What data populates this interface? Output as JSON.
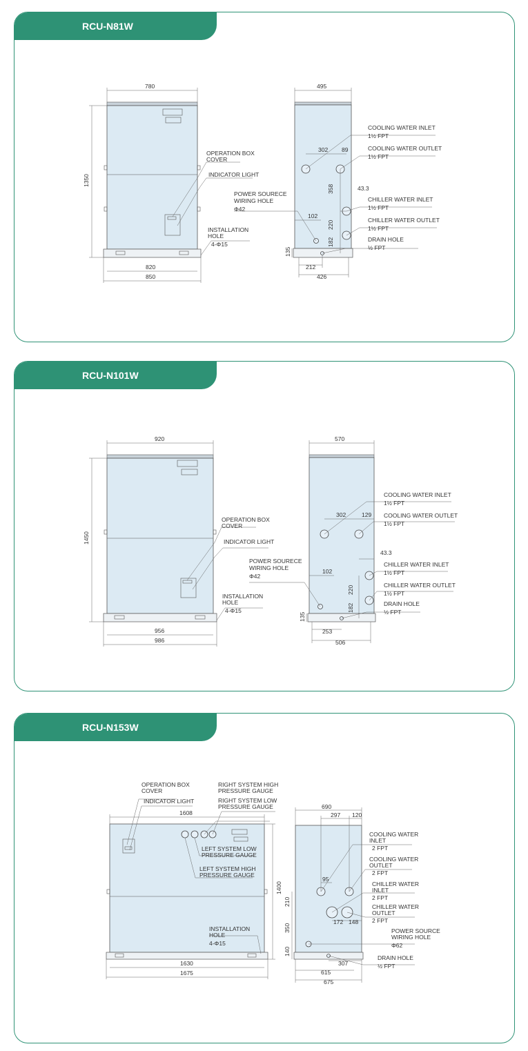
{
  "sections": [
    {
      "model": "RCU-N81W",
      "front": {
        "width": "780",
        "height": "1350",
        "base_inner": "820",
        "base_outer": "850"
      },
      "side": {
        "width": "495",
        "d302": "302",
        "d89": "89",
        "d358": "358",
        "d43": "43.3",
        "d102": "102",
        "d220": "220",
        "d182": "182",
        "d135": "135",
        "d212": "212",
        "d426": "426"
      },
      "labels": {
        "op_box": [
          "OPERATION BOX",
          "COVER"
        ],
        "indicator": "INDICATOR LIGHT",
        "install": [
          "INSTALLATION",
          "HOLE",
          "4-Φ15"
        ],
        "power": [
          "POWER SOURECE",
          "WIRING HOLE",
          "Φ42"
        ],
        "cw_in": [
          "COOLING WATER INLET",
          "1½ FPT"
        ],
        "cw_out": [
          "COOLING WATER OUTLET",
          "1½ FPT"
        ],
        "ch_in": [
          "CHILLER WATER INLET",
          "1½ FPT"
        ],
        "ch_out": [
          "CHILLER WATER OUTLET",
          "1½ FPT"
        ],
        "drain": [
          "DRAIN HOLE",
          "½ FPT"
        ]
      }
    },
    {
      "model": "RCU-N101W",
      "front": {
        "width": "920",
        "height": "1450",
        "base_inner": "956",
        "base_outer": "986"
      },
      "side": {
        "width": "570",
        "d302": "302",
        "d89": "129",
        "d43": "43.3",
        "d102": "102",
        "d220": "220",
        "d182": "182",
        "d135": "135",
        "d212": "253",
        "d426": "506"
      },
      "labels": {
        "op_box": [
          "OPERATION BOX",
          "COVER"
        ],
        "indicator": "INDICATOR LIGHT",
        "install": [
          "INSTALLATION",
          "HOLE",
          "4-Φ15"
        ],
        "power": [
          "POWER SOURECE",
          "WIRING HOLE",
          "Φ42"
        ],
        "cw_in": [
          "COOLING WATER INLET",
          "1½ FPT"
        ],
        "cw_out": [
          "COOLING WATER OUTLET",
          "1½ FPT"
        ],
        "ch_in": [
          "CHILLER WATER INLET",
          "1½ FPT"
        ],
        "ch_out": [
          "CHILLER WATER OUTLET",
          "1½ FPT"
        ],
        "drain": [
          "DRAIN HOLE",
          "½ FPT"
        ]
      }
    },
    {
      "model": "RCU-N153W",
      "front": {
        "width": "1608",
        "height": "1400",
        "base_inner": "1630",
        "base_outer": "1675"
      },
      "side": {
        "width": "690",
        "d297": "297",
        "d120": "120",
        "d95": "95",
        "d210": "210",
        "d350": "350",
        "d140": "140",
        "d172": "172",
        "d148": "148",
        "d307": "307",
        "d615": "615",
        "d675": "675"
      },
      "labels": {
        "op_box": [
          "OPERATION BOX",
          "COVER"
        ],
        "indicator": "INDICATOR LIGHT",
        "right_high": [
          "RIGHT SYSTEM HIGH",
          "PRESSURE GAUGE"
        ],
        "right_low": [
          "RIGHT SYSTEM LOW",
          "PRESSURE GAUGE"
        ],
        "left_low": [
          "LEFT SYSTEM LOW",
          "PRESSURE GAUGE"
        ],
        "left_high": [
          "LEFT SYSTEM HIGH",
          "PRESSURE GAUGE"
        ],
        "install": [
          "INSTALLATION",
          "HOLE",
          "4-Φ15"
        ],
        "cw_in": [
          "COOLING WATER",
          "INLET",
          "2 FPT"
        ],
        "cw_out": [
          "COOLING WATER",
          "OUTLET",
          "2 FPT"
        ],
        "ch_in": [
          "CHILLER WATER",
          "INLET",
          "2 FPT"
        ],
        "ch_out": [
          "CHILLER WATER",
          "OUTLET",
          "2 FPT"
        ],
        "power": [
          "POWER SOURCE",
          "WIRING HOLE",
          "Φ62"
        ],
        "drain": [
          "DRAIN HOLE",
          "½ FPT"
        ]
      }
    }
  ]
}
